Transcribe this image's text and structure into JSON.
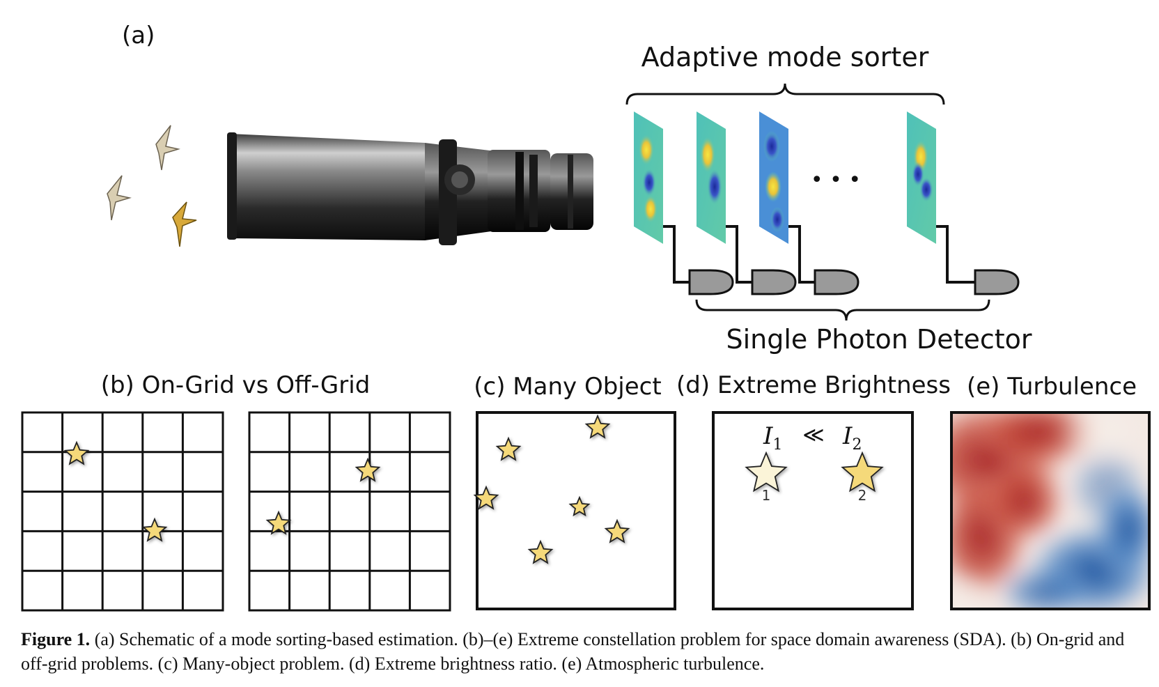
{
  "panel_a": {
    "label": "(a)",
    "sorter_title": "Adaptive mode sorter",
    "ellipsis": "• • •",
    "detector_title": "Single Photon Detector"
  },
  "panel_b": {
    "title": "(b) On-Grid vs Off-Grid"
  },
  "panel_c": {
    "title": "(c) Many Object"
  },
  "panel_d": {
    "title": "(d) Extreme Brightness",
    "i1": "I",
    "i1_sub": "1",
    "op": "≪",
    "i2": "I",
    "i2_sub": "2",
    "star1_label": "1",
    "star2_label": "2"
  },
  "panel_e": {
    "title": "(e) Turbulence"
  },
  "caption": {
    "lead": "Figure 1.",
    "text": " (a) Schematic of a mode sorting-based estimation. (b)–(e) Extreme constellation problem for space domain awareness (SDA). (b) On-grid and off-grid problems. (c) Many-object problem. (d) Extreme brightness ratio. (e) Atmospheric turbulence."
  },
  "colors": {
    "star_fill": "#f5d97a",
    "star_dim": "#d9ceb2",
    "star_gold": "#d8a93a",
    "grid": "#111111",
    "detector": "#9a9a9a",
    "mode_bg": "#5cc7b0",
    "turb_red": "#b02a2a",
    "turb_blue": "#2a5fa8"
  }
}
